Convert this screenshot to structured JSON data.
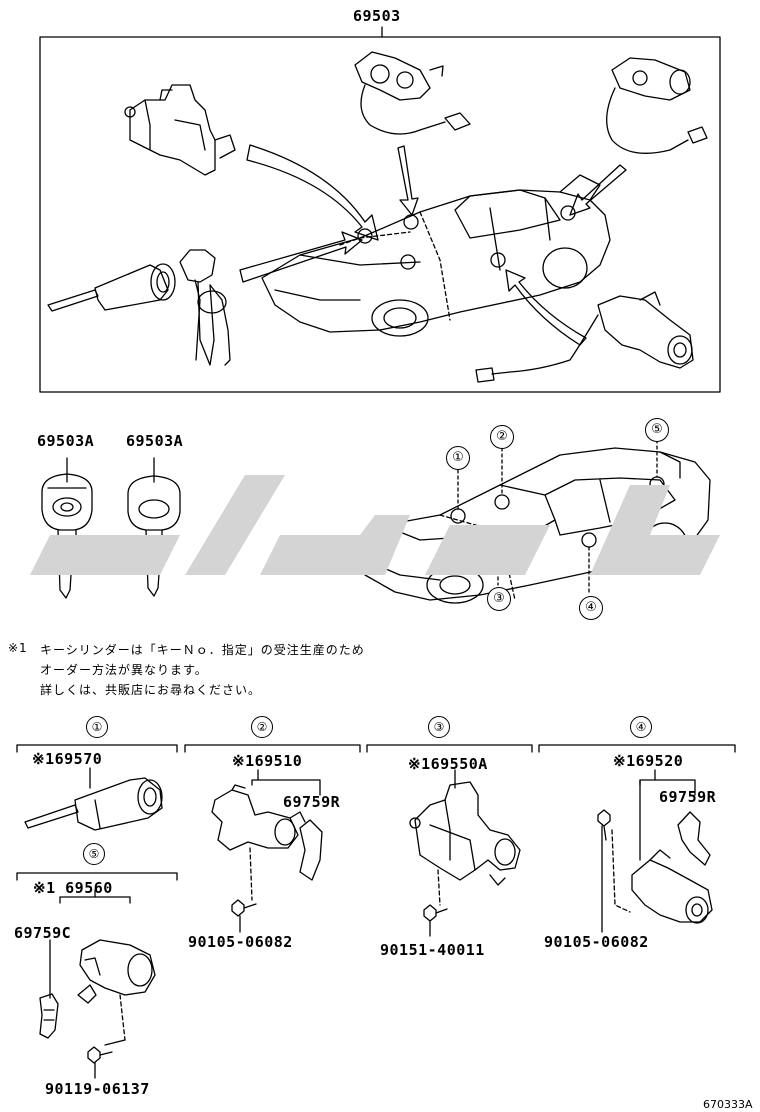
{
  "top": {
    "assembly_part": "69503"
  },
  "keys": {
    "left_key_part": "69503A",
    "right_key_part": "69503A"
  },
  "locations": [
    "①",
    "②",
    "③",
    "④",
    "⑤"
  ],
  "note": {
    "mark": "※1",
    "line1": "キーシリンダーは「キーＮｏ．指定」の受注生産のため",
    "line2": "オーダー方法が異なります。",
    "line3": "詳しくは、共販店にお尋ねください。"
  },
  "groups": {
    "g1": {
      "number": "①",
      "part": "※169570"
    },
    "g5": {
      "number": "⑤",
      "part": "※1 69560",
      "sub": "69759C",
      "bolt": "90119-06137"
    },
    "g2": {
      "number": "②",
      "part": "※169510",
      "sub": "69759R",
      "bolt": "90105-06082"
    },
    "g3": {
      "number": "③",
      "part": "※169550A",
      "bolt": "90151-40011"
    },
    "g4": {
      "number": "④",
      "part": "※169520",
      "sub": "69759R",
      "bolt": "90105-06082"
    }
  },
  "footer": {
    "code": "670333A"
  }
}
